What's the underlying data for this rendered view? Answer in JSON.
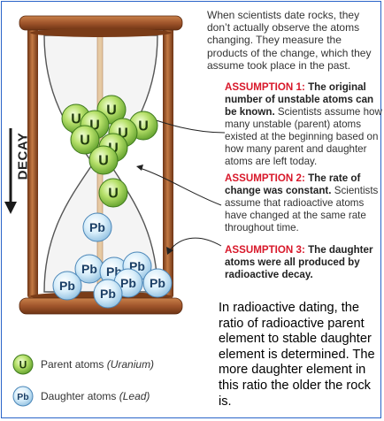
{
  "intro": "When scientists date rocks, they don’t actually observe the atoms changing. They measure the products of the change, which they assume took place in the past.",
  "assumptions": [
    {
      "title": "ASSUMPTION 1:",
      "bold": "The original number of unstable atoms can be known.",
      "text": "Scientists assume how many unstable (parent) atoms existed at the beginning based on how many parent and daughter atoms are left today."
    },
    {
      "title": "ASSUMPTION 2:",
      "bold": "The rate of change was constant.",
      "text": "Scientists assume that radioactive atoms have changed at the same rate throughout time."
    },
    {
      "title": "ASSUMPTION 3:",
      "bold": "The daughter atoms were all produced by radioactive decay.",
      "text": ""
    }
  ],
  "decay_label": "DECAY",
  "atom_labels": {
    "parent": "U",
    "daughter": "Pb"
  },
  "legend": {
    "parent": {
      "label": "Parent atoms ",
      "name": "(Uranium)"
    },
    "daughter": {
      "label": "Daughter atoms ",
      "name": "(Lead)"
    }
  },
  "summary": "In radioactive dating, the ratio of radioactive parent element to stable daughter element is determined.  The more daughter element in this ratio the older the rock is.",
  "colors": {
    "frame": "#2a64c8",
    "wood": "#a0552b",
    "wood_dark": "#6e3414",
    "uranium": "#9bd14c",
    "uranium_edge": "#3e7a1c",
    "lead": "#cfe8f6",
    "lead_edge": "#4a86b8",
    "assumption_title": "#d8182a"
  }
}
